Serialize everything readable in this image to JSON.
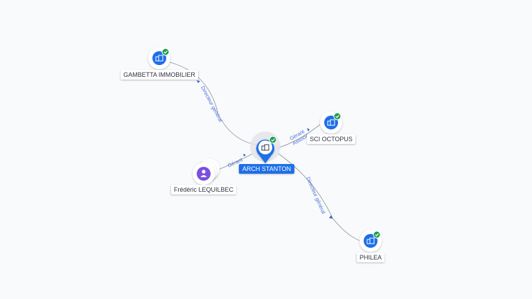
{
  "colors": {
    "company": "#1d6fe8",
    "person": "#7b4fe0",
    "check": "#1e9e4f",
    "edge": "#8a8f99",
    "edge_label": "#4a6fd8"
  },
  "nodes": {
    "center": {
      "label": "ARCH STANTON",
      "icon": "building-icon"
    },
    "gambetta": {
      "label": "GAMBETTA IMMOBILIER",
      "icon": "building-icon"
    },
    "octopus": {
      "label": "SCI OCTOPUS",
      "icon": "building-icon"
    },
    "philea": {
      "label": "PHILEA",
      "icon": "building-icon"
    },
    "person": {
      "label": "Frédéric LEQUILBEC",
      "icon": "person-icon"
    }
  },
  "edges": {
    "gambetta": {
      "label": "Directeur général"
    },
    "octopus": {
      "label_1": "Gérant",
      "label_2": "Associé"
    },
    "philea": {
      "label": "Directeur général"
    },
    "person": {
      "label": "Gérant"
    }
  }
}
